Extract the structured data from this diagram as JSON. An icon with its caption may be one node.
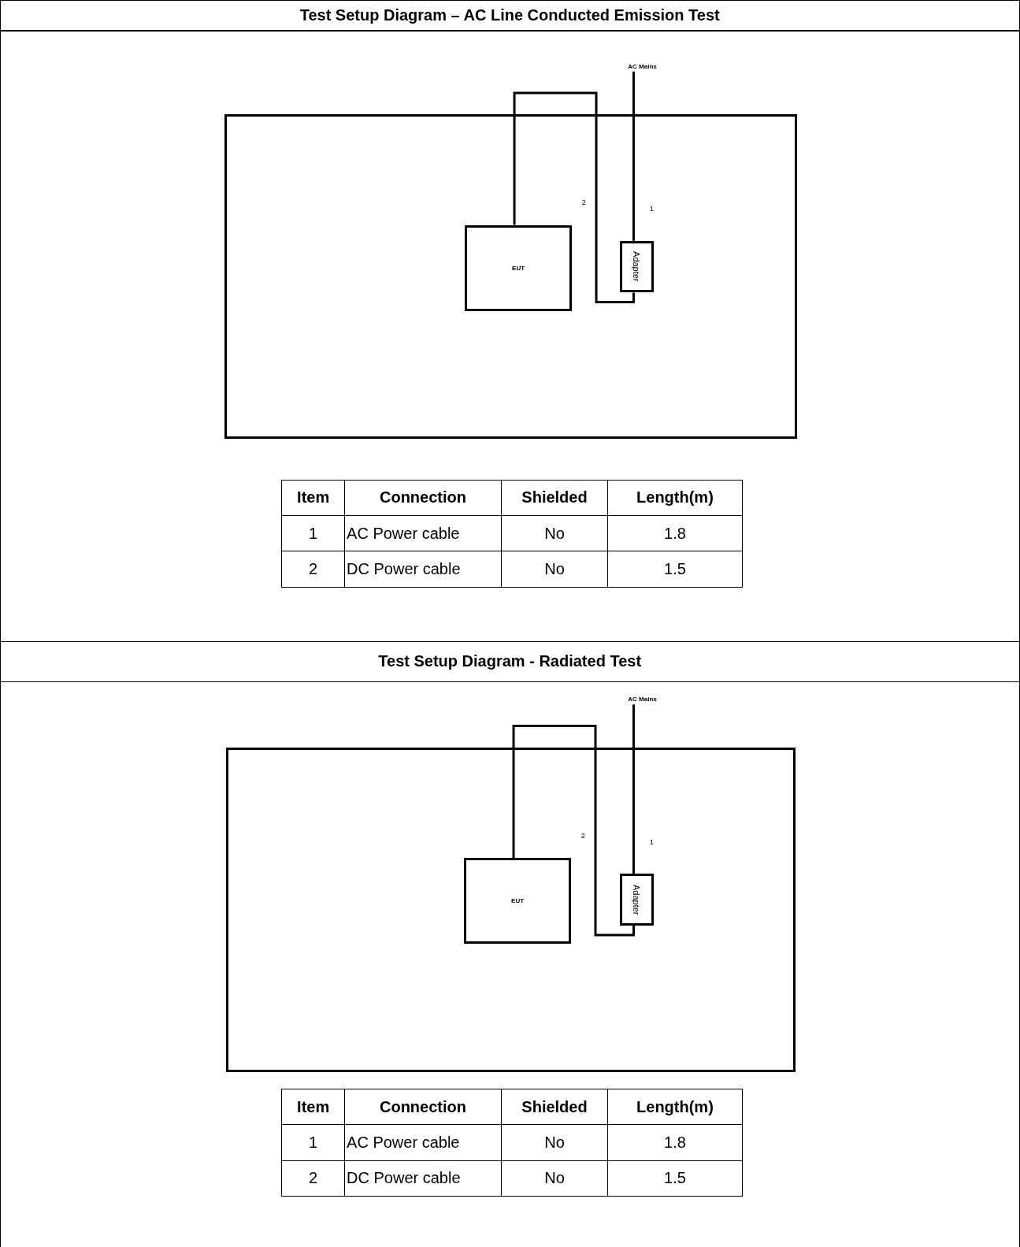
{
  "diagram": {
    "nodes": [
      {
        "text": [],
        "shape": "box"
      },
      {
        "text": [
          "EUT"
        ],
        "in": 0
      },
      {
        "text": [
          "Adapter"
        ],
        "in": 0
      },
      {
        "text": [
          "AC Mains"
        ]
      },
      {
        "text": [],
        "shape": "box"
      },
      {
        "text": [
          "EUT"
        ],
        "in": 4
      },
      {
        "text": [
          "Adapter"
        ],
        "in": 4
      },
      {
        "text": [
          "AC Mains"
        ]
      }
    ],
    "edges": [
      {
        "from": 1,
        "to": 2,
        "arrow": "none",
        "label": "2"
      },
      {
        "from": 2,
        "to": 3,
        "arrow": "none",
        "label": "1"
      },
      {
        "from": 5,
        "to": 6,
        "arrow": "none",
        "label": "2"
      },
      {
        "from": 6,
        "to": 7,
        "arrow": "none",
        "label": "1"
      }
    ],
    "labels": [
      "Test Setup Diagram – AC Line Conducted Emission Test",
      "Item",
      "Connection",
      "Shielded",
      "Length(m)",
      "1",
      "AC Power cable",
      "No",
      "1.8",
      "2",
      "DC Power cable",
      "No",
      "1.5",
      "Test Setup Diagram - Radiated Test",
      "Item",
      "Connection",
      "Shielded",
      "Length(m)",
      "1",
      "AC Power cable",
      "No",
      "1.8",
      "2",
      "DC Power cable",
      "No",
      "1.5"
    ]
  }
}
